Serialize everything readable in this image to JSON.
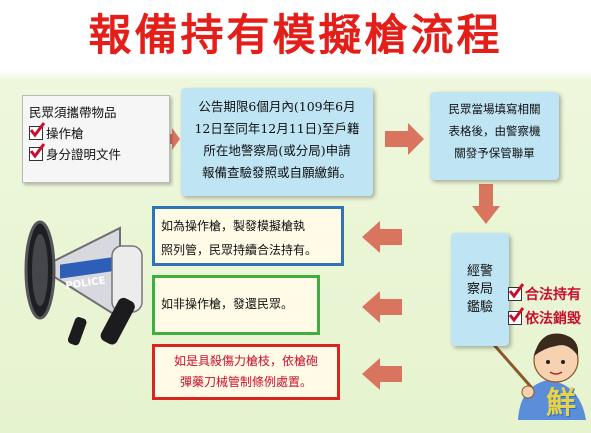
{
  "title": "報備持有模擬槍流程",
  "step1": {
    "heading": "民眾須攜帶物品",
    "items": [
      "操作槍",
      "身分證明文件"
    ]
  },
  "step2": {
    "lines": [
      "公告期限6個月內(109年6月",
      "12日至同年12月11日)至戶籍",
      "所在地警察局(或分局)申請",
      "報備查驗發照或自願繳銷。"
    ]
  },
  "step3": {
    "lines": [
      "民眾當場填寫相關",
      "表格後，由警察機",
      "關發予保管聯單"
    ]
  },
  "inspection": {
    "lines": [
      "經警",
      "察局",
      "鑑驗"
    ]
  },
  "result_options": [
    "合法持有",
    "依法銷毀"
  ],
  "outcome_blue": {
    "lines": [
      "如為操作槍，製發模擬槍執",
      "照列管，民眾持續合法持有。"
    ]
  },
  "outcome_green": {
    "lines": [
      "如非操作槍，發還民眾。"
    ]
  },
  "outcome_red": {
    "lines": [
      "如是具殺傷力槍枝，依槍砲",
      "彈藥刀械管制條例處置。"
    ]
  },
  "megaphone_label": "POLICE",
  "watermark": "鮮",
  "colors": {
    "title": "#e41f19",
    "arrow": "#d9755f",
    "process_box": "#bfe4f3",
    "blue_border": "#2f73b8",
    "green_border": "#3fae3f",
    "red_border": "#d9251d",
    "check": "#c8102e"
  },
  "icons": [
    "megaphone-icon",
    "checkbox-icon",
    "arrow-icon",
    "teacher-pointer-icon"
  ]
}
